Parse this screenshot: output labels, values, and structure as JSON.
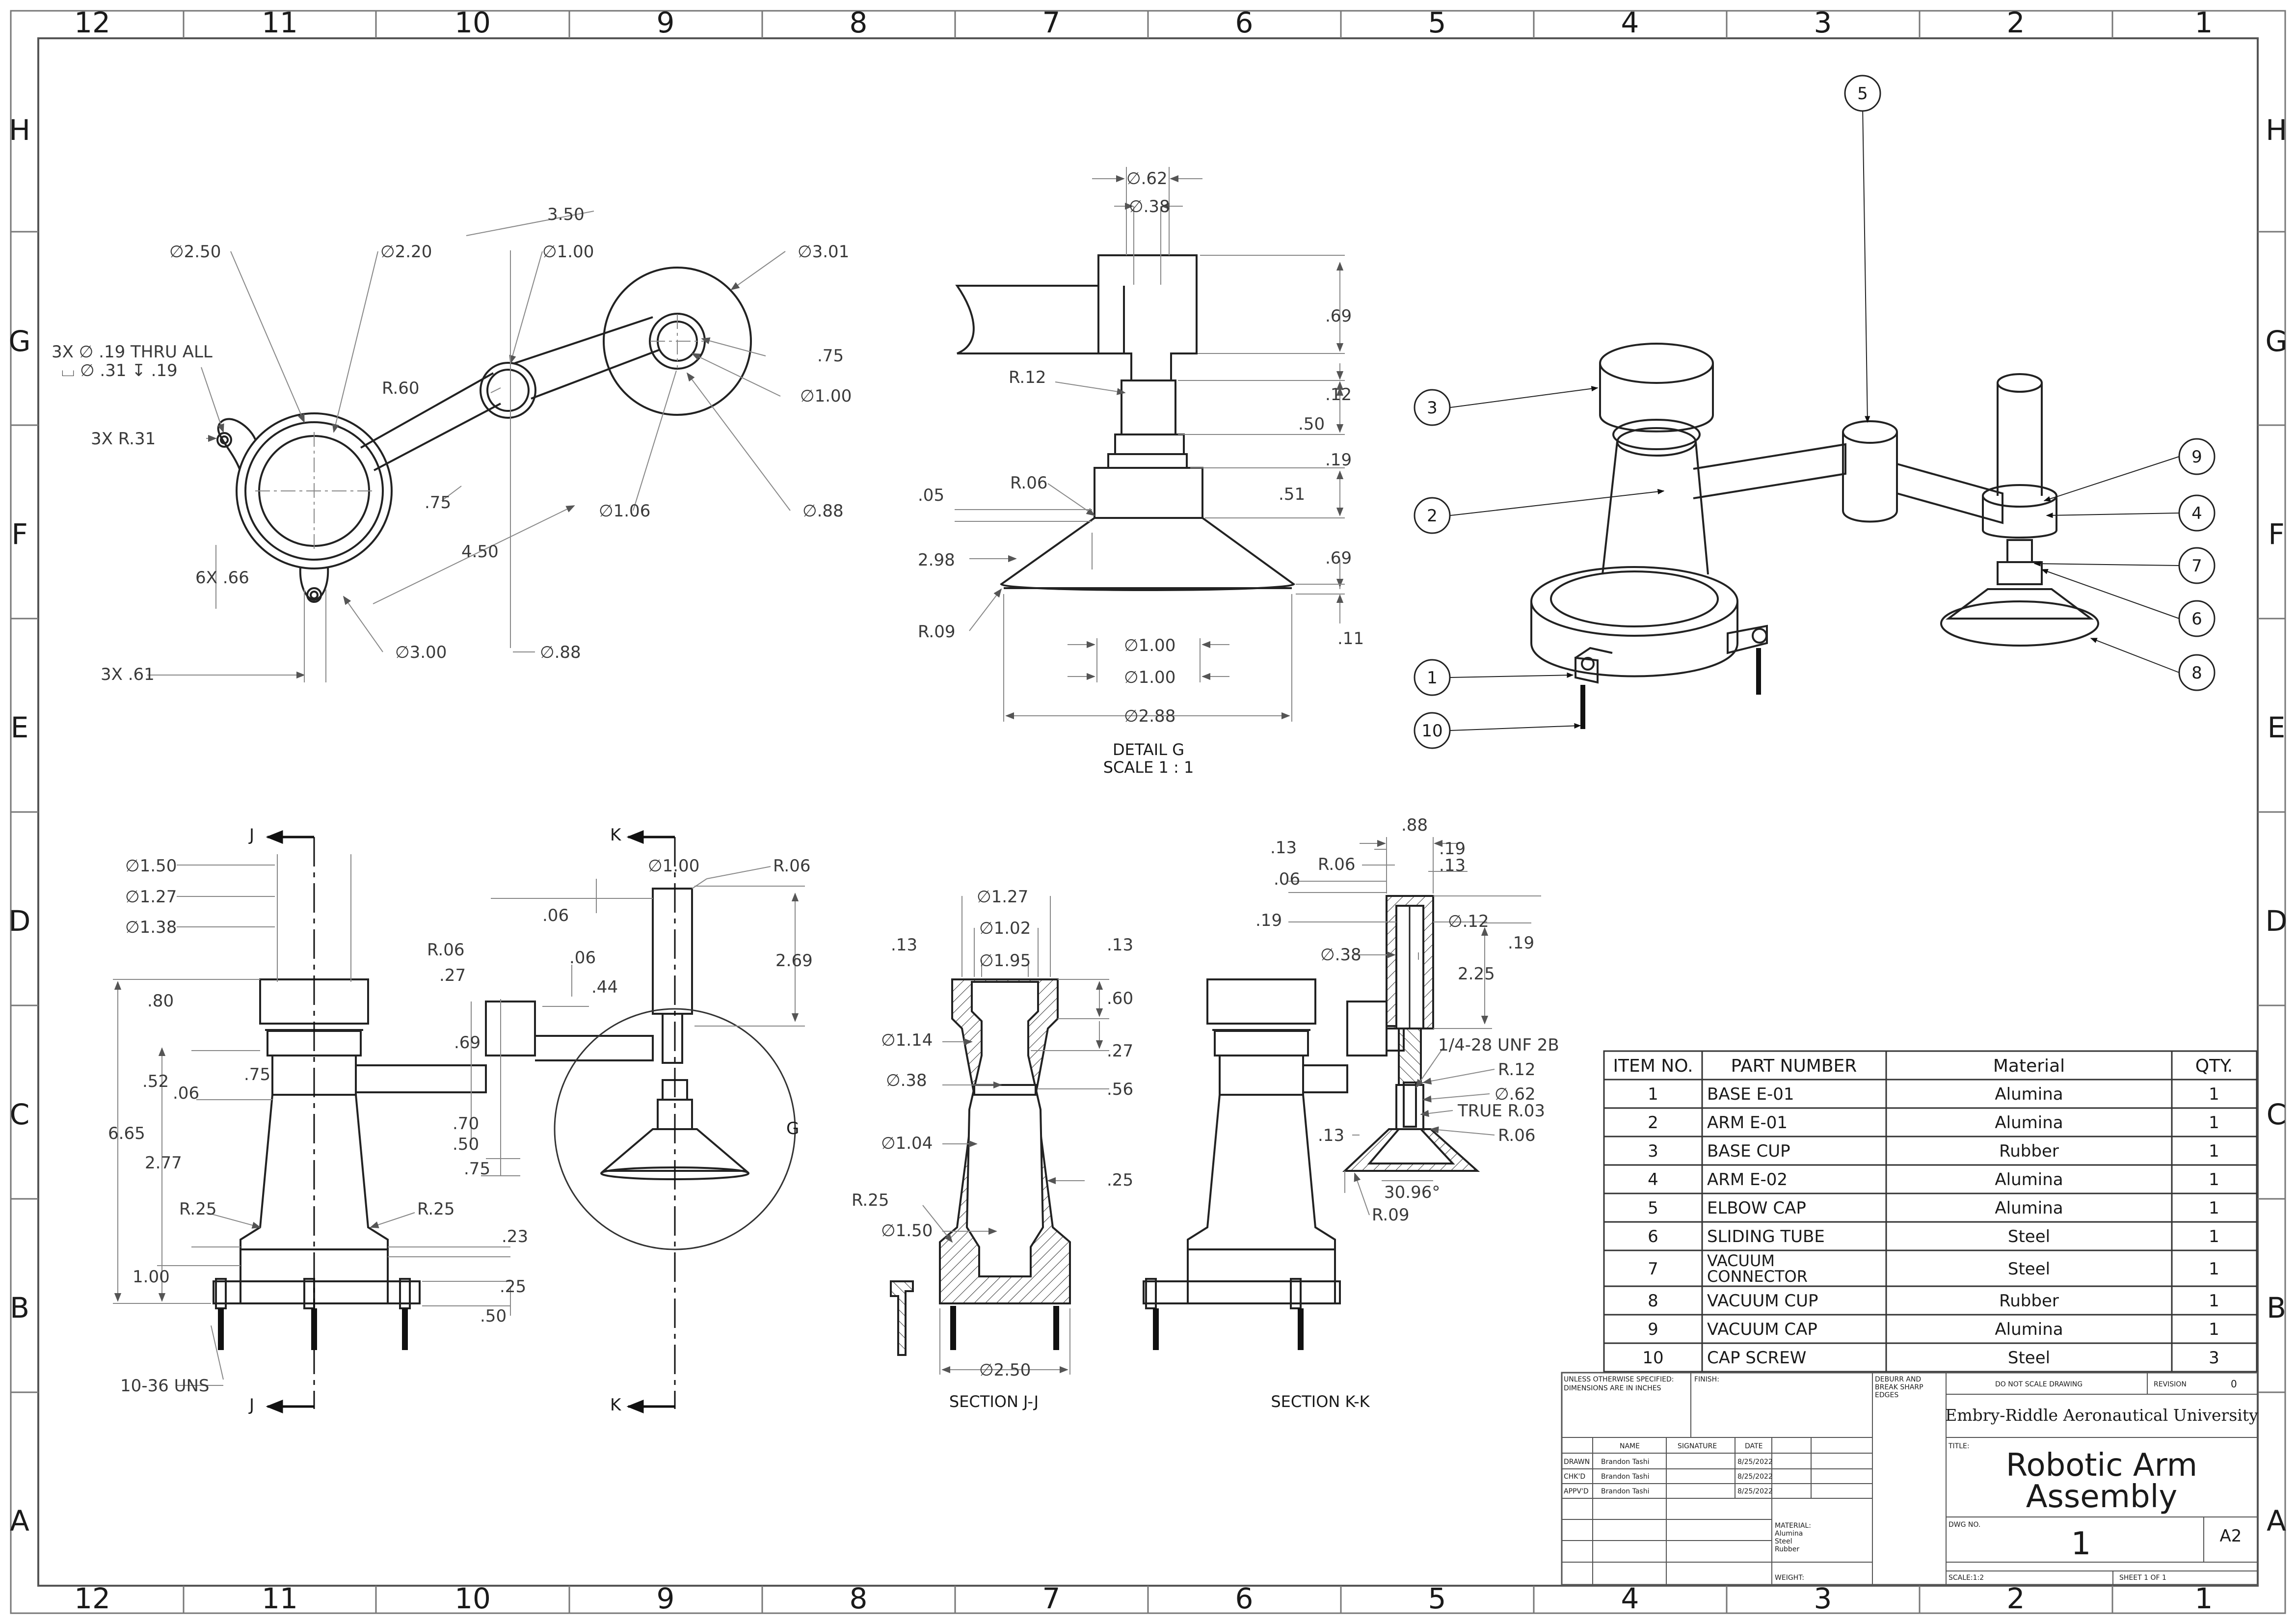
{
  "border": {
    "columns": [
      "12",
      "11",
      "10",
      "9",
      "8",
      "7",
      "6",
      "5",
      "4",
      "3",
      "2",
      "1"
    ],
    "rows": [
      "H",
      "G",
      "F",
      "E",
      "D",
      "C",
      "B",
      "A"
    ]
  },
  "top_view": {
    "dims": {
      "d250": "∅2.50",
      "d220": "∅2.20",
      "d100a": "∅1.00",
      "d301": "∅3.01",
      "d350": "3.50",
      "holes1": "3X ∅ .19 THRU ALL",
      "holes2": "⌴ ∅ .31 ↧ .19",
      "r60": "R.60",
      "d75": ".75",
      "d100b": "∅1.00",
      "r31": "3X R.31",
      "d75b": ".75",
      "d450": "4.50",
      "d106": "∅1.06",
      "d88a": "∅.88",
      "x66": "6X .66",
      "d300": "∅3.00",
      "d88b": "∅.88",
      "x61": "3X .61"
    }
  },
  "detail_g": {
    "dims": {
      "d62": "∅.62",
      "d38": "∅.38",
      "v69a": ".69",
      "r12": "R.12",
      "v12": ".12",
      "v50": ".50",
      "v19": ".19",
      "r06": "R.06",
      "v05": ".05",
      "v51": ".51",
      "v298": "2.98",
      "v69b": ".69",
      "r09": "R.09",
      "v11": ".11",
      "d100a": "∅1.00",
      "d100b": "∅1.00",
      "d288": "∅2.88"
    },
    "caption1": "DETAIL G",
    "caption2": "SCALE 1 : 1"
  },
  "iso_view": {
    "balloons": [
      "1",
      "2",
      "3",
      "4",
      "5",
      "6",
      "7",
      "8",
      "9",
      "10"
    ]
  },
  "front_view": {
    "dims": {
      "j_top": "J",
      "j_bot": "J",
      "k_top": "K",
      "k_bot": "K",
      "d150": "∅1.50",
      "d127": "∅1.27",
      "d138": "∅1.38",
      "d100": "∅1.00",
      "r06a": "R.06",
      "v06a": ".06",
      "v269": "2.69",
      "r06b": "R.06",
      "v27": ".27",
      "v06b": ".06",
      "v44": ".44",
      "v80": ".80",
      "v69": ".69",
      "v52": ".52",
      "v06c": ".06",
      "v75a": ".75",
      "v665": "6.65",
      "v70": ".70",
      "v50": ".50",
      "v75b": ".75",
      "v277": "2.77",
      "r25a": "R.25",
      "r25b": "R.25",
      "v23": ".23",
      "v100": "1.00",
      "v25": ".25",
      "v50b": ".50",
      "thread": "10-36 UNS",
      "g": "G"
    }
  },
  "section_jj": {
    "dims": {
      "d127": "∅1.27",
      "d102": "∅1.02",
      "d195": "∅1.95",
      "v13a": ".13",
      "v13b": ".13",
      "v60": ".60",
      "d114": "∅1.14",
      "v27": ".27",
      "d38": "∅.38",
      "v56": ".56",
      "d104": "∅1.04",
      "v25": ".25",
      "r25": "R.25",
      "d150": "∅1.50",
      "d250": "∅2.50"
    },
    "caption": "SECTION J-J"
  },
  "section_kk": {
    "dims": {
      "v88": ".88",
      "v13a": ".13",
      "v19a": ".19",
      "r06": "R.06",
      "v13b": ".13",
      "v06": ".06",
      "v19b": ".19",
      "d12": "∅.12",
      "v19c": ".19",
      "d38": "∅.38",
      "v225": "2.25",
      "thread": "1/4-28 UNF 2B",
      "r12": "R.12",
      "d62": "∅.62",
      "true_r": "TRUE R.03",
      "v13c": ".13",
      "r06b": "R.06",
      "ang": "30.96°",
      "r09": "R.09"
    },
    "caption": "SECTION K-K"
  },
  "bom": {
    "headers": [
      "ITEM NO.",
      "PART NUMBER",
      "Material",
      "QTY."
    ],
    "rows": [
      [
        "1",
        "BASE E-01",
        "Alumina",
        "1"
      ],
      [
        "2",
        "ARM E-01",
        "Alumina",
        "1"
      ],
      [
        "3",
        "BASE CUP",
        "Rubber",
        "1"
      ],
      [
        "4",
        "ARM E-02",
        "Alumina",
        "1"
      ],
      [
        "5",
        "ELBOW CAP",
        "Alumina",
        "1"
      ],
      [
        "6",
        "SLIDING TUBE",
        "Steel",
        "1"
      ],
      [
        "7",
        "VACUUM CONNECTOR",
        "Steel",
        "1"
      ],
      [
        "8",
        "VACUUM CUP",
        "Rubber",
        "1"
      ],
      [
        "9",
        "VACUUM CAP",
        "Alumina",
        "1"
      ],
      [
        "10",
        "CAP SCREW",
        "Steel",
        "3"
      ]
    ]
  },
  "title_block": {
    "unless1": "UNLESS OTHERWISE SPECIFIED:",
    "unless2": "DIMENSIONS ARE IN INCHES",
    "finish": "FINISH:",
    "deburr1": "DEBURR AND",
    "deburr2": "BREAK SHARP",
    "deburr3": "EDGES",
    "do_not_scale": "DO NOT SCALE DRAWING",
    "revision_label": "REVISION",
    "revision": "0",
    "company": "Embry-Riddle Aeronautical University",
    "h_name": "NAME",
    "h_sig": "SIGNATURE",
    "h_date": "DATE",
    "signoff": [
      {
        "role": "DRAWN",
        "name": "Brandon Tashi",
        "date": "8/25/2022"
      },
      {
        "role": "CHK'D",
        "name": "Brandon Tashi",
        "date": "8/25/2022"
      },
      {
        "role": "APPV'D",
        "name": "Brandon Tashi",
        "date": "8/25/2022"
      }
    ],
    "title_label": "TITLE:",
    "title1": "Robotic Arm",
    "title2": "Assembly",
    "material_label": "MATERIAL:",
    "mat1": "Alumina",
    "mat2": "Steel",
    "mat3": "Rubber",
    "dwg_label": "DWG NO.",
    "dwg_no": "1",
    "size": "A2",
    "weight": "WEIGHT:",
    "scale": "SCALE:1:2",
    "sheet": "SHEET 1 OF 1"
  }
}
